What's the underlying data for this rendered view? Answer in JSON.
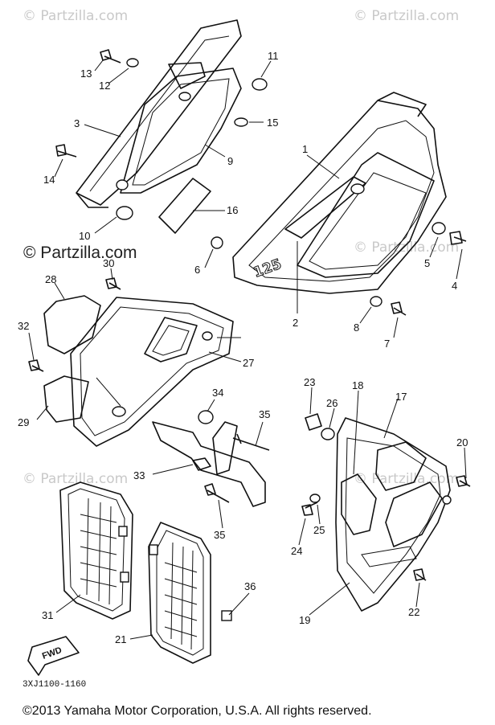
{
  "watermarks": {
    "top_left": "© Partzilla.com",
    "top_right": "© Partzilla.com",
    "mid_left": "© Partzilla.com",
    "mid_right": "© Partzilla.com",
    "lower_left": "© Partzilla.com",
    "lower_right": "© Partzilla.com",
    "main": "© Partzilla.com"
  },
  "callouts": [
    "1",
    "2",
    "3",
    "4",
    "5",
    "6",
    "7",
    "8",
    "9",
    "10",
    "11",
    "12",
    "13",
    "14",
    "15",
    "16",
    "17",
    "18",
    "19",
    "20",
    "21",
    "22",
    "23",
    "24",
    "25",
    "26",
    "27",
    "28",
    "29",
    "30",
    "31",
    "32",
    "33",
    "34",
    "35",
    "35",
    "36"
  ],
  "part_text": {
    "side_cover_number": "125"
  },
  "arrow_label": "FWD",
  "diagram_code": "3XJ1100-1160",
  "copyright": "©2013 Yamaha Motor Corporation, U.S.A. All rights reserved."
}
